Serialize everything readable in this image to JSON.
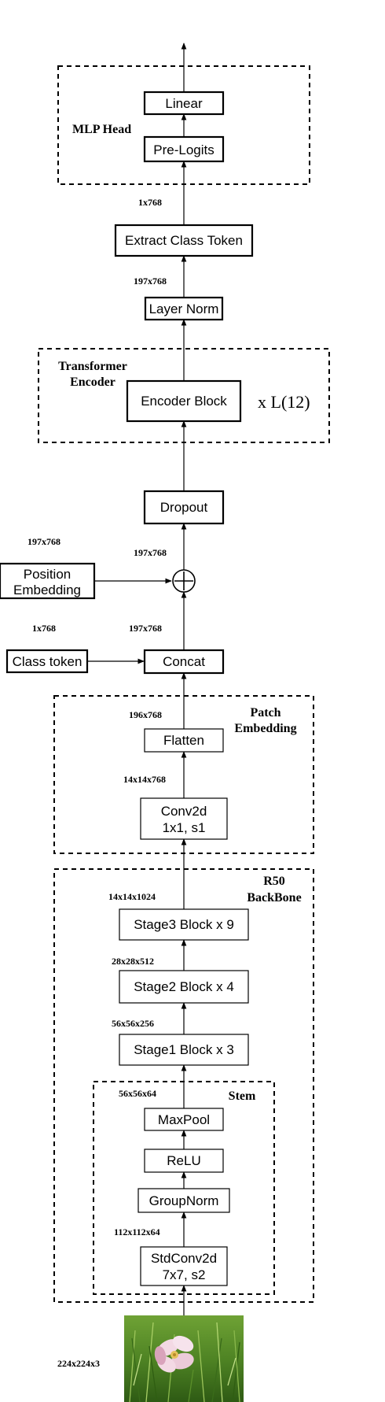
{
  "blocks": {
    "linear": "Linear",
    "pre_logits": "Pre-Logits",
    "extract_class_token": "Extract Class Token",
    "layer_norm": "Layer Norm",
    "encoder_block": "Encoder Block",
    "dropout": "Dropout",
    "position_embedding_line1": "Position",
    "position_embedding_line2": "Embedding",
    "class_token": "Class token",
    "concat": "Concat",
    "flatten": "Flatten",
    "conv2d_line1": "Conv2d",
    "conv2d_line2": "1x1, s1",
    "stage3": "Stage3 Block x 9",
    "stage2": "Stage2 Block x 4",
    "stage1": "Stage1 Block x 3",
    "maxpool": "MaxPool",
    "relu": "ReLU",
    "groupnorm": "GroupNorm",
    "stdconv_line1": "StdConv2d",
    "stdconv_line2": "7x7, s2"
  },
  "groups": {
    "mlp_head": "MLP Head",
    "transformer_line1": "Transformer",
    "transformer_line2": "Encoder",
    "repeat": "x L(12)",
    "patch_line1": "Patch",
    "patch_line2": "Embedding",
    "backbone_line1": "R50",
    "backbone_line2": "BackBone",
    "stem": "Stem"
  },
  "dims": {
    "d_1x768_top": "1x768",
    "d_197x768_ln": "197x768",
    "d_197x768_pos": "197x768",
    "d_197x768_drop": "197x768",
    "d_1x768_cls": "1x768",
    "d_197x768_concat": "197x768",
    "d_196x768": "196x768",
    "d_14x14x768": "14x14x768",
    "d_14x14x1024": "14x14x1024",
    "d_28x28x512": "28x28x512",
    "d_56x56x256": "56x56x256",
    "d_56x56x64": "56x56x64",
    "d_112x112x64": "112x112x64",
    "d_224x224x3": "224x224x3"
  },
  "colors": {
    "grass_dark": "#2e5a14",
    "grass_mid": "#5a8f2a",
    "grass_light": "#9cc45a",
    "petal": "#f3d9e4",
    "petal_shade": "#d9a3bb",
    "flower_center": "#e6c25a"
  }
}
